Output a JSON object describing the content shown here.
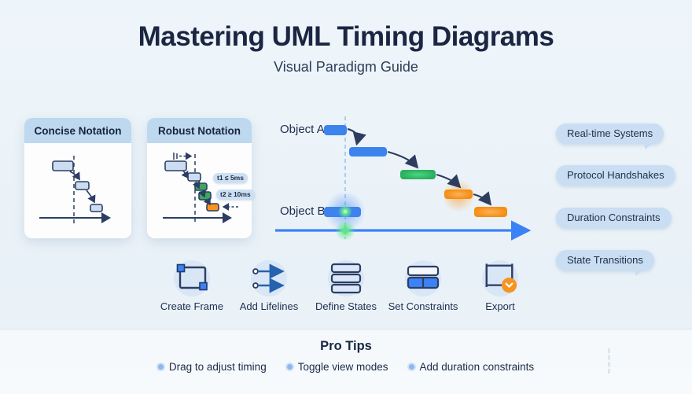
{
  "header": {
    "title": "Mastering UML Timing Diagrams",
    "subtitle": "Visual Paradigm Guide"
  },
  "cards": {
    "concise": {
      "title": "Concise Notation"
    },
    "robust": {
      "title": "Robust Notation",
      "constraint1": "t1 ≤ 5ms",
      "constraint2": "t2 ≥ 10ms"
    }
  },
  "diagram": {
    "object_a_label": "Object A",
    "object_b_label": "Object B"
  },
  "use_cases": [
    {
      "label": "Real-time Systems"
    },
    {
      "label": "Protocol Handshakes"
    },
    {
      "label": "Duration Constraints"
    },
    {
      "label": "State Transitions"
    }
  ],
  "toolbar": [
    {
      "label": "Create Frame",
      "icon": "frame-icon"
    },
    {
      "label": "Add Lifelines",
      "icon": "lifelines-icon"
    },
    {
      "label": "Define States",
      "icon": "states-icon"
    },
    {
      "label": "Set Constraints",
      "icon": "constraints-icon"
    },
    {
      "label": "Export",
      "icon": "export-icon"
    }
  ],
  "pro_tips": {
    "title": "Pro Tips",
    "tips": [
      "Drag to adjust timing",
      "Toggle view modes",
      "Add duration constraints"
    ]
  },
  "colors": {
    "accent_blue": "#3b82f6",
    "accent_green": "#2fb966",
    "accent_orange": "#f8941e",
    "navy": "#2c3e63",
    "card_header": "#bdd8ef",
    "bubble_bg": "#c9def2",
    "background": "#ebf3f9"
  }
}
